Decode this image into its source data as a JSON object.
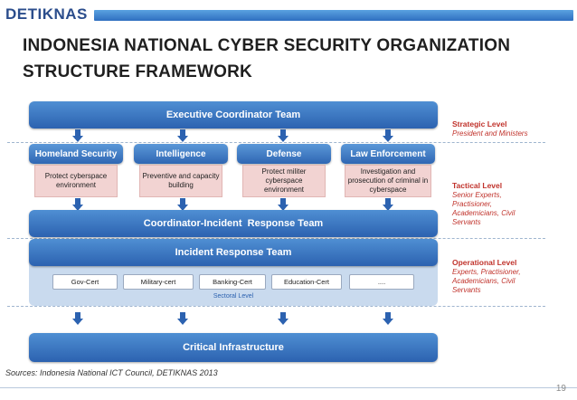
{
  "header": {
    "logo_text": "DETIKNAS",
    "title_line1": "INDONESIA NATIONAL CYBER SECURITY ORGANIZATION",
    "title_line2": "STRUCTURE FRAMEWORK"
  },
  "diagram": {
    "executive": "Executive Coordinator Team",
    "agencies": [
      {
        "name": "Homeland Security",
        "desc": "Protect cyberspace environment"
      },
      {
        "name": "Intelligence",
        "desc": "Preventive and capacity building"
      },
      {
        "name": "Defense",
        "desc": "Protect militer cyberspace environment"
      },
      {
        "name": "Law Enforcement",
        "desc": "Investigation and prosecution of criminal in cyberspace"
      }
    ],
    "coordinator": "Coordinator-Incident  Response Team",
    "incident": "Incident Response Team",
    "sectors": [
      "Gov-Cert",
      "Military-cert",
      "Banking-Cert",
      "Education-Cert",
      "...."
    ],
    "sectoral_label": "Sectoral Level",
    "critical": "Critical Infrastructure"
  },
  "levels": [
    {
      "title": "Strategic Level",
      "desc": "President and Ministers"
    },
    {
      "title": "Tactical Level",
      "desc": "Senior Experts, Practisioner, Academicians, Civil Servants"
    },
    {
      "title": "Operational Level",
      "desc": "Experts, Practisioner, Academicians, Civil Servants"
    }
  ],
  "footer": {
    "sources": "Sources: Indonesia National ICT Council, DETIKNAS 2013",
    "page_number": "19"
  },
  "colors": {
    "brand_blue": "#2c62b0",
    "level_red": "#c0322b",
    "desc_pink": "#f2d3d2"
  }
}
